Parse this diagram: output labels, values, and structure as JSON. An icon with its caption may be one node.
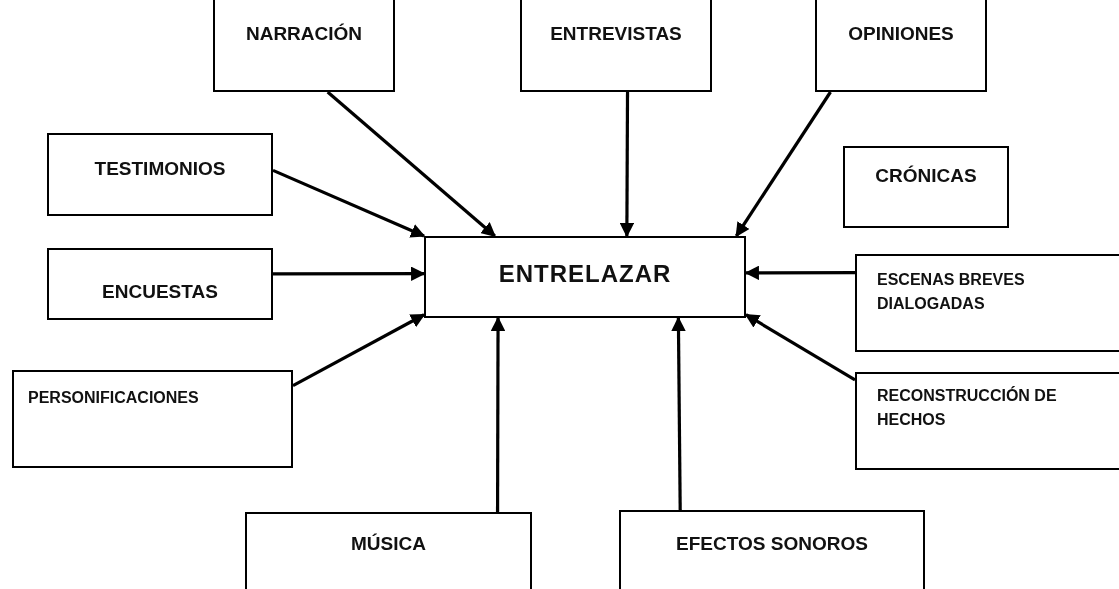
{
  "diagram": {
    "nodes": [
      {
        "text": [
          "NARRACIÓN"
        ]
      },
      {
        "text": [
          "ENTREVISTAS"
        ]
      },
      {
        "text": [
          "OPINIONES"
        ]
      },
      {
        "text": [
          "TESTIMONIOS"
        ]
      },
      {
        "text": [
          "CRÓNICAS"
        ]
      },
      {
        "text": [
          "ENTRELAZAR"
        ]
      },
      {
        "text": [
          "ENCUESTAS"
        ]
      },
      {
        "text": [
          "ESCENAS BREVES DIALOGADAS"
        ]
      },
      {
        "text": [
          "PERSONIFICACIONES"
        ]
      },
      {
        "text": [
          "RECONSTRUCCIÓN DE HECHOS"
        ]
      },
      {
        "text": [
          "MÚSICA"
        ]
      },
      {
        "text": [
          "EFECTOS SONOROS"
        ]
      }
    ],
    "edges": [
      {
        "from": 0,
        "to": 5,
        "arrow": "to"
      },
      {
        "from": 1,
        "to": 5,
        "arrow": "to"
      },
      {
        "from": 2,
        "to": 5,
        "arrow": "to"
      },
      {
        "from": 3,
        "to": 5,
        "arrow": "to"
      },
      {
        "from": 6,
        "to": 5,
        "arrow": "to"
      },
      {
        "from": 8,
        "to": 5,
        "arrow": "to"
      },
      {
        "from": 10,
        "to": 5,
        "arrow": "to"
      },
      {
        "from": 11,
        "to": 5,
        "arrow": "to"
      },
      {
        "from": 7,
        "to": 5,
        "arrow": "to"
      },
      {
        "from": 9,
        "to": 5,
        "arrow": "to"
      }
    ]
  }
}
